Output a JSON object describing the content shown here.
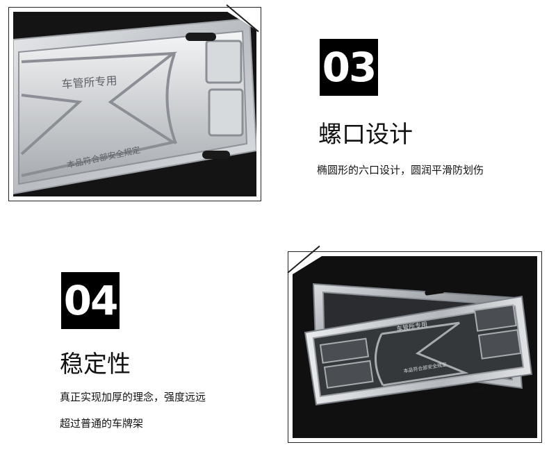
{
  "sections": [
    {
      "number": "03",
      "title": "螺口设计",
      "description_lines": [
        "椭圆形的六口设计，圆润平滑防划伤"
      ],
      "photo": {
        "stamp_top": "车管所专用",
        "stamp_bottom": "本品符合部安全规定"
      }
    },
    {
      "number": "04",
      "title": "稳定性",
      "description_lines": [
        "真正实现加厚的理念，强度远远",
        "超过普通的车牌架"
      ],
      "photo": {
        "stamp_top": "车管所专用",
        "stamp_bottom": "本品符合部安全规定"
      }
    }
  ],
  "colors": {
    "badge_bg": "#000000",
    "badge_text": "#ffffff",
    "metal": "#c9ccd0",
    "photo_bg": "#111111"
  }
}
